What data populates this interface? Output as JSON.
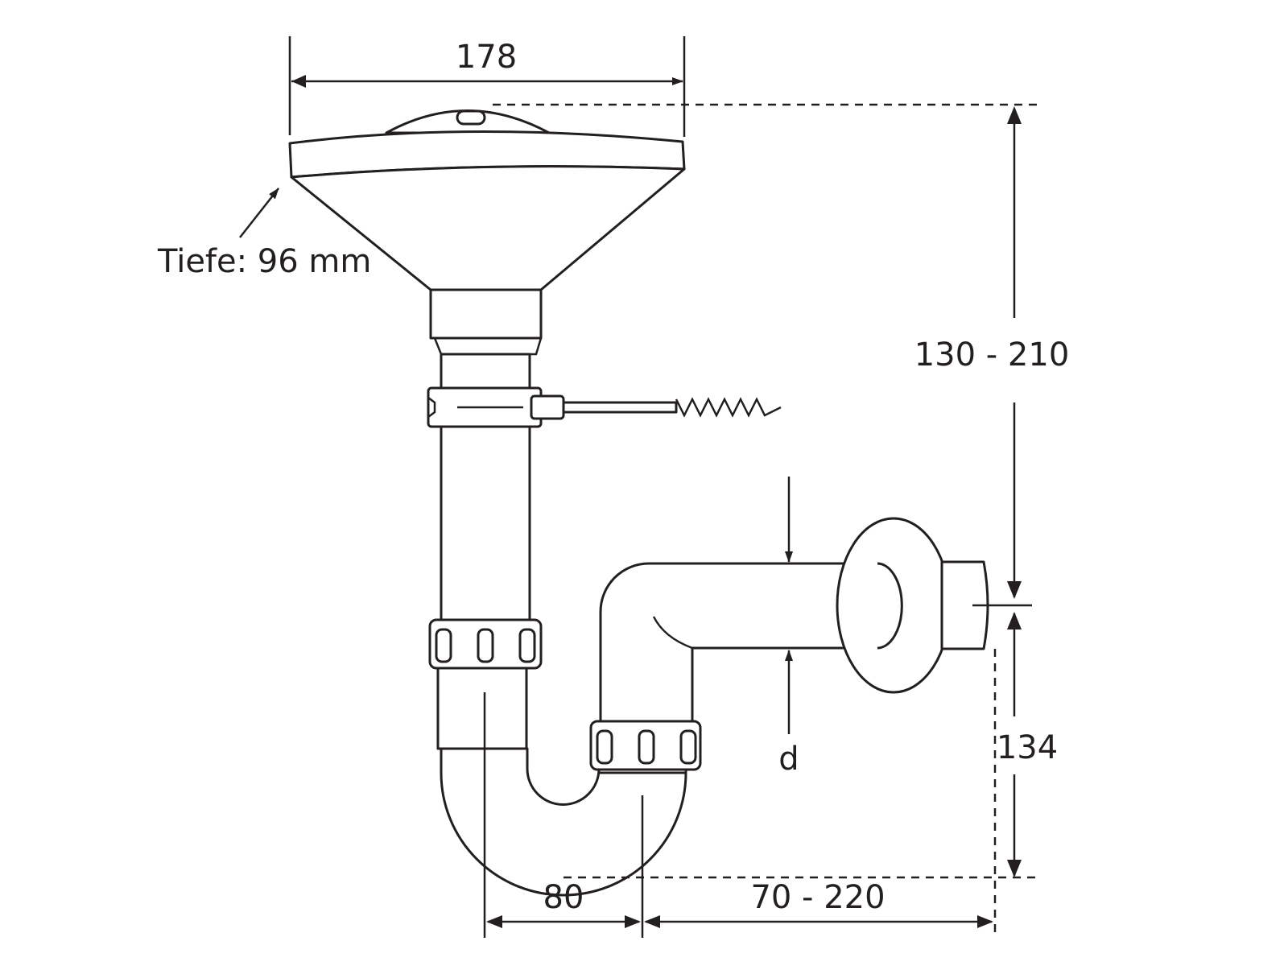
{
  "drawing": {
    "subject": "sink-drain-trap",
    "labels": {
      "width": "178",
      "depth": "Tiefe: 96 mm",
      "height_range": "130 - 210",
      "outlet_height": "134",
      "trap_offset": "80",
      "wall_distance": "70 - 220",
      "diameter": "d"
    },
    "colors": {
      "line": "#231f20",
      "background": "#ffffff"
    }
  }
}
